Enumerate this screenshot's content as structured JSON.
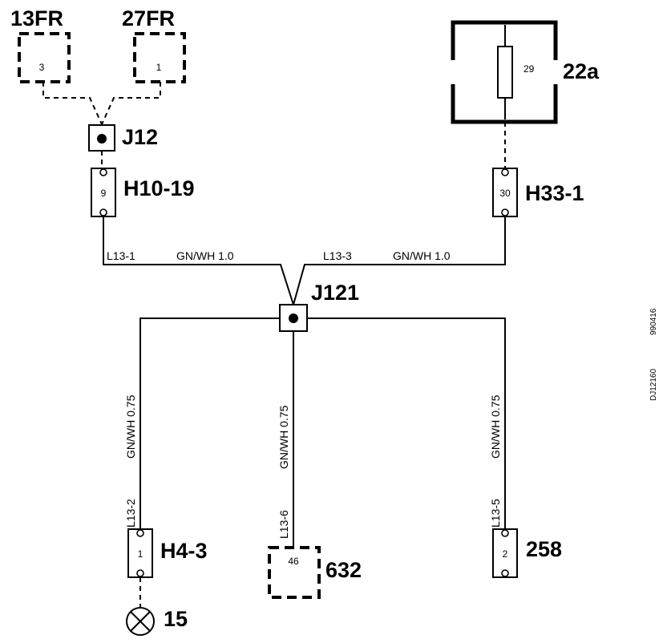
{
  "components": {
    "c13fr": {
      "label": "13FR",
      "pin": "3"
    },
    "c27fr": {
      "label": "27FR",
      "pin": "1"
    },
    "c22a": {
      "label": "22a",
      "pin": "29"
    },
    "lamp": {
      "label": "15"
    }
  },
  "junctions": {
    "j12": "J12",
    "j121": "J121"
  },
  "connectors": {
    "h10_19": {
      "label": "H10-19",
      "pin": "9"
    },
    "h33_1": {
      "label": "H33-1",
      "pin": "30"
    },
    "h4_3": {
      "label": "H4-3",
      "pin": "1"
    },
    "c632": {
      "label": "632",
      "pin": "46"
    },
    "c258": {
      "label": "258",
      "pin": "2"
    }
  },
  "wires": {
    "l13_1": {
      "id": "L13-1",
      "spec": "GN/WH 1.0"
    },
    "l13_3": {
      "id": "L13-3",
      "spec": "GN/WH 1.0"
    },
    "l13_2": {
      "id": "L13-2",
      "spec": "GN/WH 0.75"
    },
    "l13_6": {
      "id": "L13-6",
      "spec": "GN/WH 0.75"
    },
    "l13_5": {
      "id": "L13-5",
      "spec": "GN/WH 0.75"
    }
  },
  "side_codes": {
    "drawing": "DJ12160",
    "date": "990416"
  }
}
